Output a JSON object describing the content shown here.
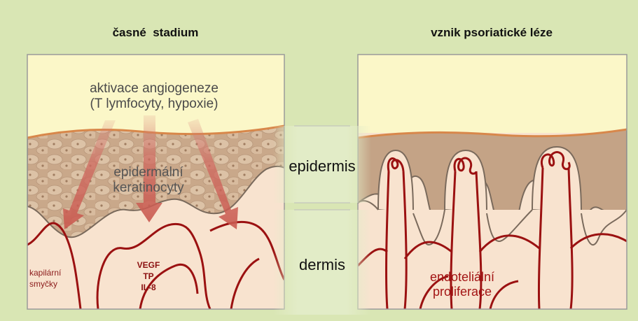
{
  "left_panel": {
    "title": "časné  stadium",
    "angiogenesis_line1": "aktivace angiogeneze",
    "angiogenesis_line2": "(T lymfocyty, hypoxie)",
    "keratinocytes_line1": "epidermální",
    "keratinocytes_line2": "keratinocyty",
    "capillary_line1": "kapilární",
    "capillary_line2": "smyčky",
    "factors": [
      "VEGF",
      "TP",
      "IL-8"
    ]
  },
  "center": {
    "epidermis_label": "epidermis",
    "dermis_label": "dermis"
  },
  "right_panel": {
    "title": "vznik psoriatické léze",
    "proliferation_line1": "endoteliální",
    "proliferation_line2": "proliferace"
  },
  "colors": {
    "background_green": "#d9e6b4",
    "sky_yellow": "#fbf7c8",
    "epidermis_tan": "#c4a386",
    "dermis_peach": "#f8e3cf",
    "vessel_red": "#9b1111",
    "arrow_red": "#cf6f63"
  }
}
